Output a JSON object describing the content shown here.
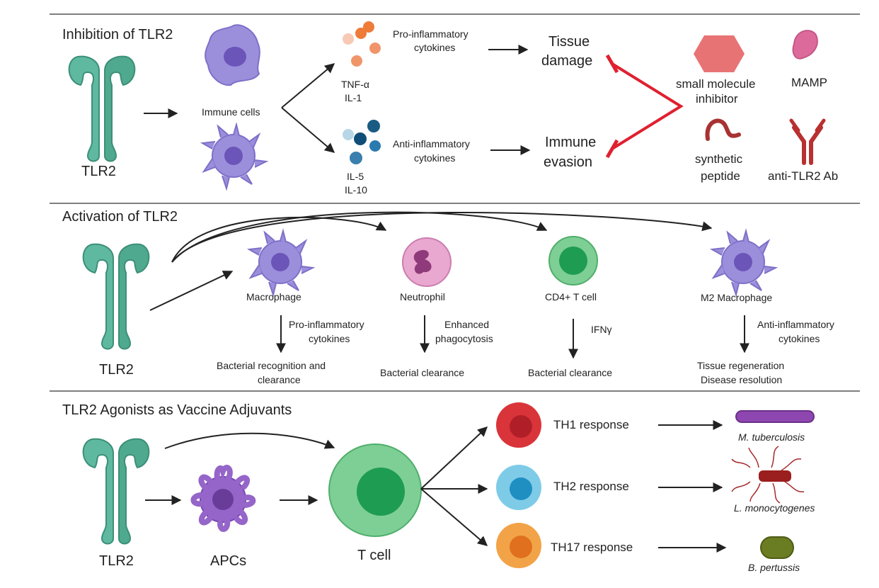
{
  "sections": {
    "inhibition": {
      "title": "Inhibition of TLR2",
      "receptor_label": "TLR2",
      "cells_label": "Immune cells",
      "pro_cytokines": "TNF-α",
      "pro_cytokines_2": "IL-1",
      "anti_cytokines": "IL-5",
      "anti_cytokines_2": "IL-10",
      "pro_label_1": "Pro-inflammatory",
      "pro_label_2": "cytokines",
      "anti_label_1": "Anti-inflammatory",
      "anti_label_2": "cytokines",
      "outcome_1a": "Tissue",
      "outcome_1b": "damage",
      "outcome_2a": "Immune",
      "outcome_2b": "evasion",
      "inhibitors": {
        "small_molecule_1": "small molecule",
        "small_molecule_2": "inhibitor",
        "mamp": "MAMP",
        "peptide_1": "synthetic",
        "peptide_2": "peptide",
        "antibody": "anti-TLR2 Ab"
      }
    },
    "activation": {
      "title": "Activation of TLR2",
      "receptor_label": "TLR2",
      "cells": [
        {
          "name": "Macrophage",
          "effect_1": "Pro-inflammatory",
          "effect_2": "cytokines",
          "outcome_1": "Bacterial recognition and",
          "outcome_2": "clearance"
        },
        {
          "name": "Neutrophil",
          "effect_1": "Enhanced",
          "effect_2": "phagocytosis",
          "outcome_1": "Bacterial clearance",
          "outcome_2": ""
        },
        {
          "name": "CD4+ T cell",
          "effect_1": "IFNγ",
          "effect_2": "",
          "outcome_1": "Bacterial clearance",
          "outcome_2": ""
        },
        {
          "name": "M2 Macrophage",
          "effect_1": "Anti-inflammatory",
          "effect_2": "cytokines",
          "outcome_1": "Tissue regeneration",
          "outcome_2": "Disease resolution"
        }
      ]
    },
    "vaccine": {
      "title": "TLR2 Agonists as Vaccine Adjuvants",
      "receptor_label": "TLR2",
      "apc_label": "APCs",
      "tcell_label": "T cell",
      "responses": [
        {
          "label": "TH1 response",
          "pathogen": "M. tuberculosis"
        },
        {
          "label": "TH2 response",
          "pathogen": "L. monocytogenes"
        },
        {
          "label": "TH17 response",
          "pathogen": "B. pertussis"
        }
      ]
    }
  },
  "colors": {
    "receptor": "#5fb9a1",
    "receptor_dark": "#3c8f78",
    "macrophage": "#9b8fdc",
    "dendritic": "#9565c9",
    "neutrophil": "#e9a8cf",
    "tcell": "#5fc27b",
    "th1": "#d9343a",
    "th2": "#3aa7d8",
    "th17": "#f0962e",
    "inhibit": "#e0202f",
    "small_molecule": "#e87375",
    "mamp": "#dc6b9b",
    "peptide": "#a83232",
    "antibody": "#b8302f"
  }
}
